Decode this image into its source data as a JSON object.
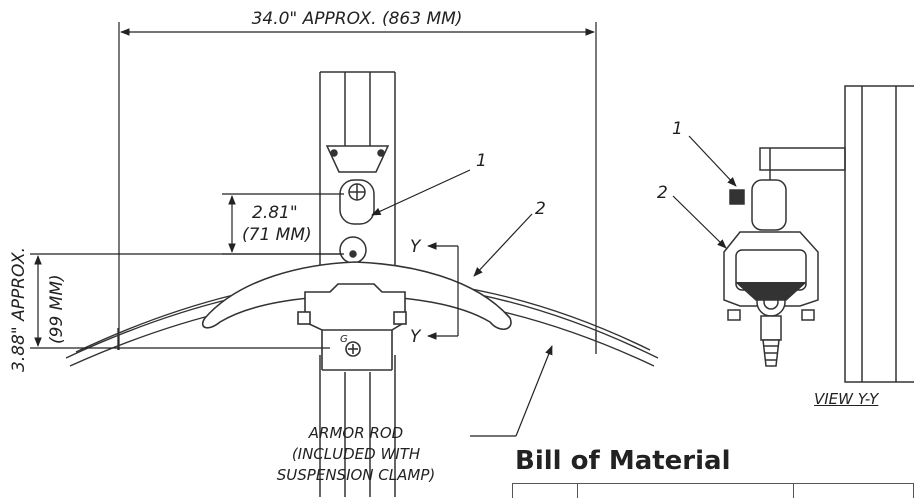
{
  "dimensions": {
    "overall_width": "34.0\" APPROX. (863 MM)",
    "clamp_height_in": "2.81\"",
    "clamp_height_mm": "(71 MM)",
    "overall_height_in": "3.88\" APPROX.",
    "overall_height_mm": "(99 MM)"
  },
  "callouts": {
    "item1": "1",
    "item2": "2",
    "section_mark": "Y",
    "ground_mark": "G"
  },
  "side_view": {
    "item1": "1",
    "item2": "2",
    "caption": "VIEW Y-Y"
  },
  "armor_rod": {
    "line1": "ARMOR ROD",
    "line2": "(INCLUDED WITH",
    "line3": "SUSPENSION CLAMP)"
  },
  "bill_of_material": {
    "title": "Bill of Material"
  }
}
